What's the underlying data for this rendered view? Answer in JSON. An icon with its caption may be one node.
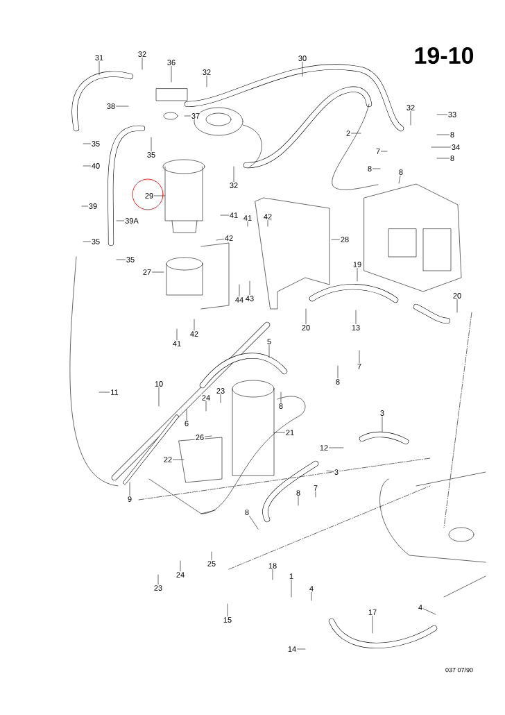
{
  "diagram": {
    "title": "19-10",
    "nodes": [
      {
        "text": [
          "31"
        ]
      },
      {
        "text": [
          "32"
        ]
      },
      {
        "text": [
          "36"
        ]
      },
      {
        "text": [
          "32"
        ]
      },
      {
        "text": [
          "30"
        ]
      },
      {
        "text": [
          "38"
        ]
      },
      {
        "text": [
          "37"
        ]
      },
      {
        "text": [
          "35"
        ]
      },
      {
        "text": [
          "35"
        ]
      },
      {
        "text": [
          "40"
        ]
      },
      {
        "text": [
          "29"
        ]
      },
      {
        "text": [
          "32"
        ]
      },
      {
        "text": [
          "39"
        ]
      },
      {
        "text": [
          "39A"
        ]
      },
      {
        "text": [
          "41"
        ]
      },
      {
        "text": [
          "42"
        ]
      },
      {
        "text": [
          "41"
        ]
      },
      {
        "text": [
          "42"
        ]
      },
      {
        "text": [
          "28"
        ]
      },
      {
        "text": [
          "35"
        ]
      },
      {
        "text": [
          "35"
        ]
      },
      {
        "text": [
          "27"
        ]
      },
      {
        "text": [
          "44"
        ]
      },
      {
        "text": [
          "43"
        ]
      },
      {
        "text": [
          "19"
        ]
      },
      {
        "text": [
          "20"
        ]
      },
      {
        "text": [
          "13"
        ]
      },
      {
        "text": [
          "20"
        ]
      },
      {
        "text": [
          "41"
        ]
      },
      {
        "text": [
          "42"
        ]
      },
      {
        "text": [
          "33"
        ]
      },
      {
        "text": [
          "32"
        ]
      },
      {
        "text": [
          "8"
        ]
      },
      {
        "text": [
          "34"
        ]
      },
      {
        "text": [
          "8"
        ]
      },
      {
        "text": [
          "2"
        ]
      },
      {
        "text": [
          "7"
        ]
      },
      {
        "text": [
          "8"
        ]
      },
      {
        "text": [
          "8"
        ]
      },
      {
        "text": [
          "5"
        ]
      },
      {
        "text": [
          "8"
        ]
      },
      {
        "text": [
          "7"
        ]
      },
      {
        "text": [
          "11"
        ]
      },
      {
        "text": [
          "10"
        ]
      },
      {
        "text": [
          "23"
        ]
      },
      {
        "text": [
          "24"
        ]
      },
      {
        "text": [
          "8"
        ]
      },
      {
        "text": [
          "6"
        ]
      },
      {
        "text": [
          "26"
        ]
      },
      {
        "text": [
          "21"
        ]
      },
      {
        "text": [
          "3"
        ]
      },
      {
        "text": [
          "12"
        ]
      },
      {
        "text": [
          "22"
        ]
      },
      {
        "text": [
          "3"
        ]
      },
      {
        "text": [
          "9"
        ]
      },
      {
        "text": [
          "7"
        ]
      },
      {
        "text": [
          "8"
        ]
      },
      {
        "text": [
          "8"
        ]
      },
      {
        "text": [
          "25"
        ]
      },
      {
        "text": [
          "24"
        ]
      },
      {
        "text": [
          "23"
        ]
      },
      {
        "text": [
          "18"
        ]
      },
      {
        "text": [
          "1"
        ]
      },
      {
        "text": [
          "4"
        ]
      },
      {
        "text": [
          "15"
        ]
      },
      {
        "text": [
          "17"
        ]
      },
      {
        "text": [
          "4"
        ]
      },
      {
        "text": [
          "14"
        ]
      }
    ],
    "edges": [
      {
        "from": 0,
        "to": null,
        "arrow": "none"
      },
      {
        "from": 1,
        "to": null,
        "arrow": "none"
      },
      {
        "from": 2,
        "to": null,
        "arrow": "none"
      },
      {
        "from": 3,
        "to": null,
        "arrow": "none"
      },
      {
        "from": 4,
        "to": null,
        "arrow": "none"
      },
      {
        "from": 5,
        "to": null,
        "arrow": "none"
      },
      {
        "from": 6,
        "to": null,
        "arrow": "none"
      },
      {
        "from": 7,
        "to": null,
        "arrow": "none"
      },
      {
        "from": 8,
        "to": null,
        "arrow": "none"
      },
      {
        "from": 9,
        "to": null,
        "arrow": "none"
      },
      {
        "from": 10,
        "to": null,
        "arrow": "none"
      },
      {
        "from": 11,
        "to": null,
        "arrow": "none"
      },
      {
        "from": 12,
        "to": null,
        "arrow": "none"
      },
      {
        "from": 13,
        "to": null,
        "arrow": "none"
      },
      {
        "from": 14,
        "to": null,
        "arrow": "none"
      },
      {
        "from": 15,
        "to": null,
        "arrow": "none"
      },
      {
        "from": 16,
        "to": null,
        "arrow": "none"
      },
      {
        "from": 17,
        "to": null,
        "arrow": "none"
      },
      {
        "from": 18,
        "to": null,
        "arrow": "none"
      },
      {
        "from": 19,
        "to": null,
        "arrow": "none"
      },
      {
        "from": 20,
        "to": null,
        "arrow": "none"
      },
      {
        "from": 21,
        "to": null,
        "arrow": "none"
      },
      {
        "from": 22,
        "to": null,
        "arrow": "none"
      },
      {
        "from": 23,
        "to": null,
        "arrow": "none"
      },
      {
        "from": 24,
        "to": null,
        "arrow": "none"
      },
      {
        "from": 25,
        "to": null,
        "arrow": "none"
      },
      {
        "from": 26,
        "to": null,
        "arrow": "none"
      },
      {
        "from": 27,
        "to": null,
        "arrow": "none"
      },
      {
        "from": 28,
        "to": null,
        "arrow": "none"
      },
      {
        "from": 29,
        "to": null,
        "arrow": "none"
      },
      {
        "from": 30,
        "to": null,
        "arrow": "none"
      },
      {
        "from": 31,
        "to": null,
        "arrow": "none"
      },
      {
        "from": 32,
        "to": null,
        "arrow": "none"
      },
      {
        "from": 33,
        "to": null,
        "arrow": "none"
      },
      {
        "from": 34,
        "to": null,
        "arrow": "none"
      },
      {
        "from": 35,
        "to": null,
        "arrow": "none"
      },
      {
        "from": 36,
        "to": null,
        "arrow": "none"
      },
      {
        "from": 37,
        "to": null,
        "arrow": "none"
      },
      {
        "from": 38,
        "to": null,
        "arrow": "none"
      },
      {
        "from": 39,
        "to": null,
        "arrow": "none"
      },
      {
        "from": 40,
        "to": null,
        "arrow": "none"
      },
      {
        "from": 41,
        "to": null,
        "arrow": "none"
      },
      {
        "from": 42,
        "to": null,
        "arrow": "none"
      },
      {
        "from": 43,
        "to": null,
        "arrow": "none"
      },
      {
        "from": 44,
        "to": null,
        "arrow": "none"
      },
      {
        "from": 45,
        "to": null,
        "arrow": "none"
      },
      {
        "from": 46,
        "to": null,
        "arrow": "none"
      },
      {
        "from": 47,
        "to": null,
        "arrow": "none"
      },
      {
        "from": 48,
        "to": null,
        "arrow": "none"
      },
      {
        "from": 49,
        "to": null,
        "arrow": "none"
      },
      {
        "from": 50,
        "to": null,
        "arrow": "none"
      },
      {
        "from": 51,
        "to": null,
        "arrow": "none"
      },
      {
        "from": 52,
        "to": null,
        "arrow": "none"
      },
      {
        "from": 53,
        "to": null,
        "arrow": "none"
      },
      {
        "from": 54,
        "to": null,
        "arrow": "none"
      },
      {
        "from": 55,
        "to": null,
        "arrow": "none"
      },
      {
        "from": 56,
        "to": null,
        "arrow": "none"
      },
      {
        "from": 57,
        "to": null,
        "arrow": "none"
      },
      {
        "from": 58,
        "to": null,
        "arrow": "none"
      },
      {
        "from": 59,
        "to": null,
        "arrow": "none"
      },
      {
        "from": 60,
        "to": null,
        "arrow": "none"
      },
      {
        "from": 61,
        "to": null,
        "arrow": "none"
      },
      {
        "from": 62,
        "to": null,
        "arrow": "none"
      },
      {
        "from": 63,
        "to": null,
        "arrow": "none"
      },
      {
        "from": 64,
        "to": null,
        "arrow": "none"
      },
      {
        "from": 65,
        "to": null,
        "arrow": "none"
      },
      {
        "from": 66,
        "to": null,
        "arrow": "none"
      },
      {
        "from": 67,
        "to": null,
        "arrow": "none"
      }
    ],
    "labels": [
      "037 07/90"
    ]
  }
}
